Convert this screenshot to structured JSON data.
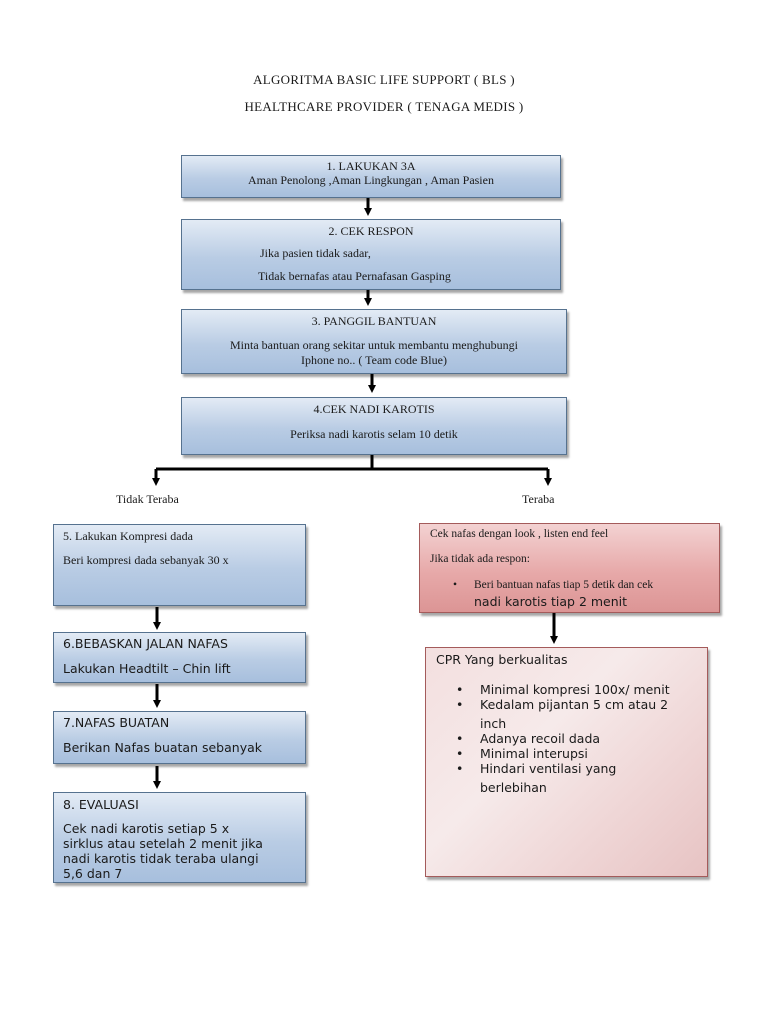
{
  "title": {
    "line1": "ALGORITMA BASIC LIFE SUPPORT ( BLS )",
    "line2": "HEALTHCARE PROVIDER ( TENAGA MEDIS )"
  },
  "steps": {
    "step1": {
      "heading": "1.    LAKUKAN 3A",
      "body": "Aman Penolong ,Aman Lingkungan , Aman Pasien"
    },
    "step2": {
      "heading": "2. CEK RESPON",
      "line1": "Jika pasien tidak sadar,",
      "line2": "Tidak  bernafas  atau Pernafasan Gasping"
    },
    "step3": {
      "heading": "3. PANGGIL BANTUAN",
      "line1": "Minta bantuan orang sekitar untuk membantu menghubungi",
      "line2": "Iphone no.. ( Team code Blue)"
    },
    "step4": {
      "heading": "4.CEK NADI KAROTIS",
      "body": "Periksa nadi karotis selam 10 detik"
    }
  },
  "branches": {
    "left_label": "Tidak Teraba",
    "right_label": "Teraba"
  },
  "left": {
    "step5": {
      "heading": "5. Lakukan Kompresi dada",
      "body": "Beri kompresi dada sebanyak 30 x"
    },
    "step6": {
      "heading": "6.BEBASKAN JALAN NAFAS",
      "body": "Lakukan Headtilt – Chin lift"
    },
    "step7": {
      "heading": "7.NAFAS BUATAN",
      "body": "Berikan Nafas buatan sebanyak"
    },
    "step8": {
      "heading": "8. EVALUASI",
      "lines": [
        "Cek nadi karotis setiap 5 x",
        "sirklus atau setelah 2 menit jika",
        "nadi karotis tidak teraba ulangi",
        "5,6 dan 7"
      ]
    }
  },
  "right": {
    "check": {
      "line1": "Cek nafas dengan look , listen end feel",
      "line2": "Jika tidak ada respon:",
      "bullet_a": "Beri bantuan  nafas tiap 5 detik dan cek",
      "bullet_b": "nadi karotis tiap 2 menit"
    },
    "cpr": {
      "heading": "CPR Yang berkualitas",
      "items": [
        "Minimal kompresi 100x/ menit",
        "Kedalam pijantan 5 cm atau 2",
        "inch",
        "Adanya recoil dada",
        "Minimal interupsi",
        "Hindari ventilasi yang",
        "berlebihan"
      ]
    }
  }
}
